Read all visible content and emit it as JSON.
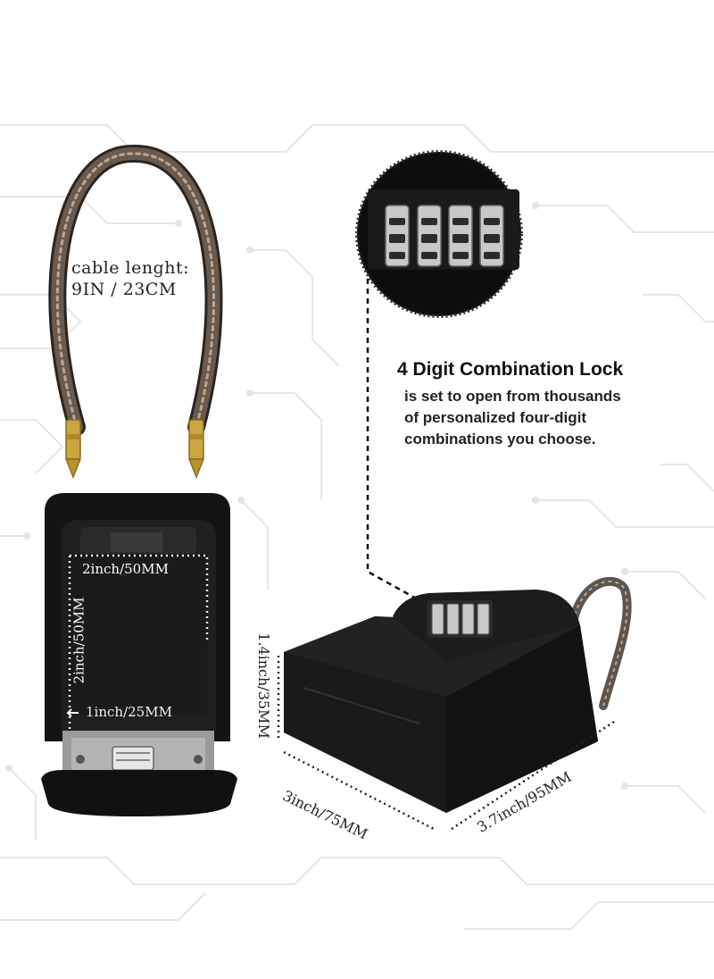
{
  "cable": {
    "label_line1": "cable lenght:",
    "label_line2": "9IN / 23CM"
  },
  "lock_feature": {
    "title": "4 Digit Combination Lock",
    "description": "is set to open from thousands\nof personalized four-digit\ncombinations you choose."
  },
  "inner_dimensions": {
    "width": "2inch/50MM",
    "height": "2inch/50MM",
    "depth": "1inch/25MM"
  },
  "outer_dimensions": {
    "height": "1.4inch/35MM",
    "width": "3inch/75MM",
    "length": "3.7inch/95MM"
  },
  "colors": {
    "lock_body": "#141414",
    "cable_sheath": "#6b5a4c",
    "brass_tips": "#c9a640",
    "circuit_pattern": "#e9e9e9",
    "dial_silver": "#c8c8c8"
  }
}
